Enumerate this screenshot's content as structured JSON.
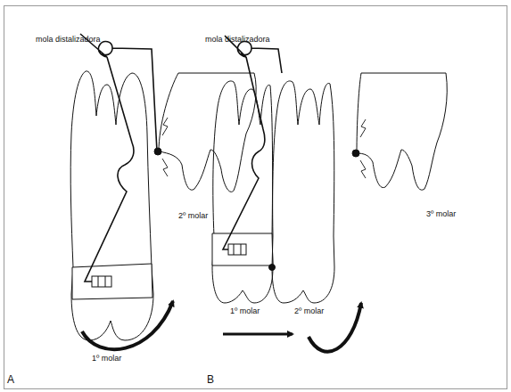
{
  "diagram": {
    "labels": [
      "mola distalizadora",
      "2º molar",
      "1º molar",
      "A",
      "mola distalizadora",
      "3º molar",
      "1º molar",
      "2º molar",
      "B"
    ]
  }
}
